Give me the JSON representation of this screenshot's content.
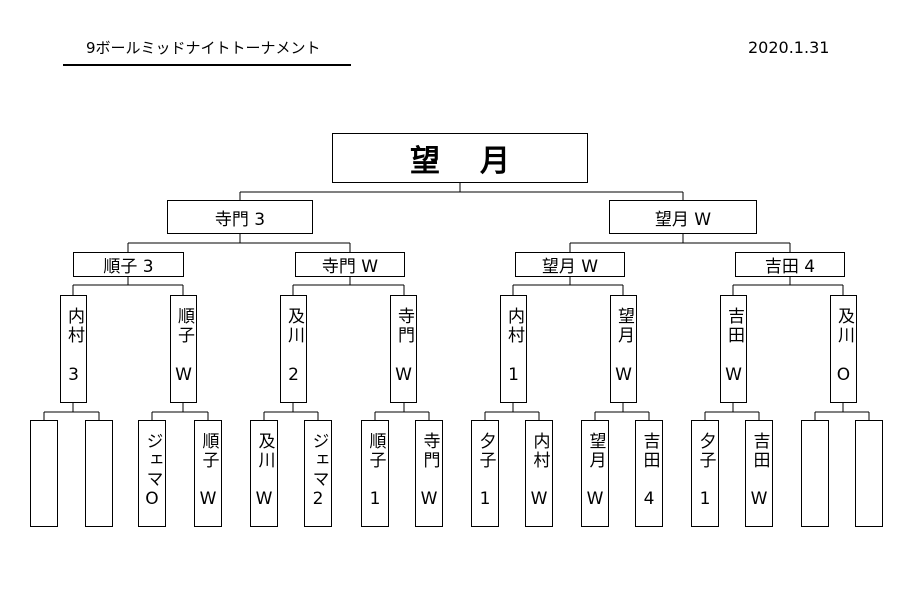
{
  "title": "9ボールミッドナイトトーナメント",
  "date": "2020.1.31",
  "champion": "望月",
  "semifinal": [
    {
      "label": "寺門 3"
    },
    {
      "label": "望月 W"
    }
  ],
  "quarterfinal": [
    {
      "label": "順子 3"
    },
    {
      "label": "寺門 W"
    },
    {
      "label": "望月 W"
    },
    {
      "label": "吉田 4"
    }
  ],
  "round2": [
    {
      "name": "内村",
      "result": "3"
    },
    {
      "name": "順子",
      "result": "W"
    },
    {
      "name": "及川",
      "result": "2"
    },
    {
      "name": "寺門",
      "result": "W"
    },
    {
      "name": "内村",
      "result": "1"
    },
    {
      "name": "望月",
      "result": "W"
    },
    {
      "name": "吉田",
      "result": "W"
    },
    {
      "name": "及川",
      "result": "O"
    }
  ],
  "round1": [
    {
      "name": "",
      "result": ""
    },
    {
      "name": "",
      "result": ""
    },
    {
      "name": "ジェマ",
      "result": "O"
    },
    {
      "name": "順子",
      "result": "W"
    },
    {
      "name": "及川",
      "result": "W"
    },
    {
      "name": "ジェマ",
      "result": "2"
    },
    {
      "name": "順子",
      "result": "1"
    },
    {
      "name": "寺門",
      "result": "W"
    },
    {
      "name": "夕子",
      "result": "1"
    },
    {
      "name": "内村",
      "result": "W"
    },
    {
      "name": "望月",
      "result": "W"
    },
    {
      "name": "吉田",
      "result": "4"
    },
    {
      "name": "夕子",
      "result": "1"
    },
    {
      "name": "吉田",
      "result": "W"
    },
    {
      "name": "",
      "result": ""
    },
    {
      "name": "",
      "result": ""
    }
  ]
}
